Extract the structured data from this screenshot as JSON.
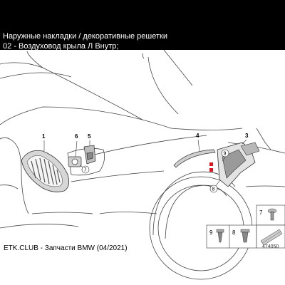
{
  "header": {
    "title": "Наружные накладки / декоративные решетки",
    "subtitle": "02 - Воздуховод крыла Л Внутр;"
  },
  "callouts": {
    "c1": "1",
    "c6": "6",
    "c5": "5",
    "c7": "7",
    "c4": "4",
    "c3": "3",
    "c9": "9",
    "c8": "8"
  },
  "legend": {
    "screw": "7",
    "clip": "9",
    "rivet": "8"
  },
  "footer": {
    "source": "ETK.CLUB - Запчасти BMW (04/2021)",
    "ref_number": "474050"
  },
  "colors": {
    "highlight": "#e0141e",
    "part_gray": "#cfcfcf",
    "line": "#333333"
  },
  "icons": [
    "screw-icon",
    "clip-icon",
    "rivet-icon",
    "sealing-strip-icon"
  ]
}
